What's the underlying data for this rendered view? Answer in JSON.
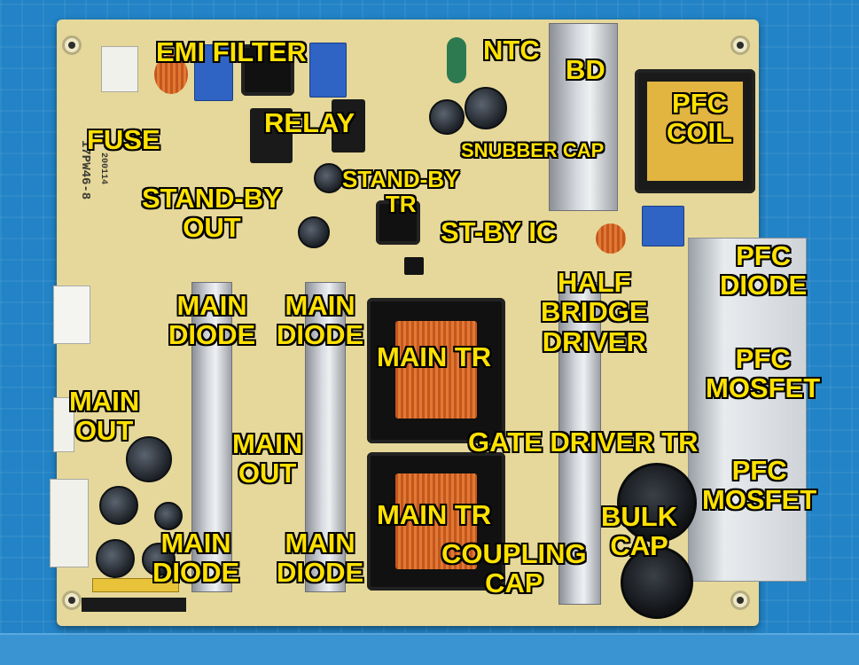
{
  "labels": {
    "emi_filter": "EMI FILTER",
    "ntc": "NTC",
    "bd": "BD",
    "relay": "RELAY",
    "fuse": "FUSE",
    "pfc_coil_1": "PFC",
    "pfc_coil_2": "COIL",
    "snubber_cap": "SNUBBER CAP",
    "standby_tr_1": "STAND-BY",
    "standby_tr_2": "TR",
    "standby_out_1": "STAND-BY",
    "standby_out_2": "OUT",
    "stby_ic": "ST-BY IC",
    "pfc_diode_1": "PFC",
    "pfc_diode_2": "DIODE",
    "half_bridge_1": "HALF",
    "half_bridge_2": "BRIDGE",
    "half_bridge_3": "DRIVER",
    "main_diode_a_1": "MAIN",
    "main_diode_a_2": "DIODE",
    "main_diode_b_1": "MAIN",
    "main_diode_b_2": "DIODE",
    "main_tr_top": "MAIN TR",
    "pfc_mosfet_a_1": "PFC",
    "pfc_mosfet_a_2": "MOSFET",
    "main_out_left_1": "MAIN",
    "main_out_left_2": "OUT",
    "main_out_center_1": "MAIN",
    "main_out_center_2": "OUT",
    "gate_driver_tr": "GATE DRIVER TR",
    "pfc_mosfet_b_1": "PFC",
    "pfc_mosfet_b_2": "MOSFET",
    "main_tr_bottom": "MAIN TR",
    "bulk_cap_1": "BULK",
    "bulk_cap_2": "CAP",
    "coupling_cap_1": "COUPLING",
    "coupling_cap_2": "CAP",
    "main_diode_c_1": "MAIN",
    "main_diode_c_2": "DIODE",
    "main_diode_d_1": "MAIN",
    "main_diode_d_2": "DIODE"
  },
  "silkscreen": {
    "model": "17PW46-8",
    "date": "200114"
  },
  "colors": {
    "label_fill": "#ffe100",
    "label_outline": "#000000",
    "board": "#e6d89a",
    "mat": "#2283c6"
  }
}
